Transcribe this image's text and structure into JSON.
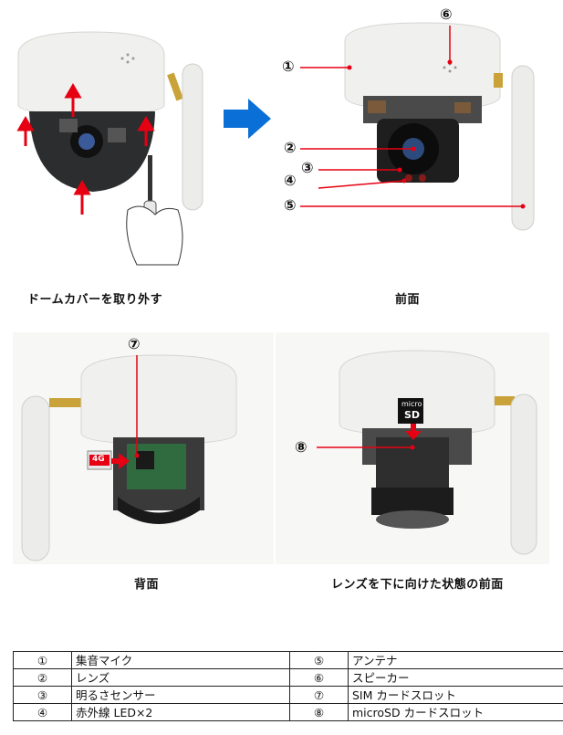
{
  "captions": {
    "remove_cover": "ドームカバーを取り外す",
    "front": "前面",
    "back": "背面",
    "lens_down_front": "レンズを下に向けた状態の前面"
  },
  "callouts": {
    "c1": "①",
    "c2": "②",
    "c3": "③",
    "c4": "④",
    "c5": "⑤",
    "c6": "⑥",
    "c7": "⑦",
    "c8": "⑧"
  },
  "labels": {
    "sim_size": "4G",
    "sd_top": "micro",
    "sd_bottom": "SD"
  },
  "legend": [
    {
      "left_num": "①",
      "left_text": "集音マイク",
      "right_num": "⑤",
      "right_text": "アンテナ"
    },
    {
      "left_num": "②",
      "left_text": "レンズ",
      "right_num": "⑥",
      "right_text": "スピーカー"
    },
    {
      "left_num": "③",
      "left_text": "明るさセンサー",
      "right_num": "⑦",
      "right_text": "SIM カードスロット"
    },
    {
      "left_num": "④",
      "left_text": "赤外線 LED×2",
      "right_num": "⑧",
      "right_text": "microSD カードスロット"
    }
  ],
  "colors": {
    "arrow_red": "#e60012",
    "arrow_blue": "#0a6fd6",
    "dome_white": "#f1f1ef"
  }
}
